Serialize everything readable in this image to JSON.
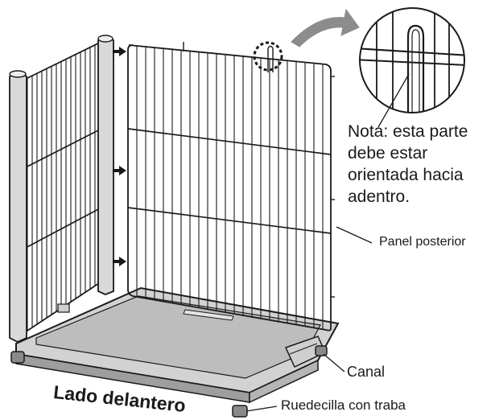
{
  "labels": {
    "note_lines": [
      "Nota: esta parte",
      "debe estar",
      "orientada hacia",
      "adentro."
    ],
    "rear_panel": "Panel posterior",
    "channel": "Canal",
    "caster": "Ruedecilla con traba",
    "front_side": "Lado delantero"
  },
  "colors": {
    "line": "#1a1a1a",
    "post_fill": "#d9d9d9",
    "tray_fill": "#cfcfcf",
    "tray_inner": "#bdbdbd",
    "arrow_fill": "#8c8c8c"
  }
}
